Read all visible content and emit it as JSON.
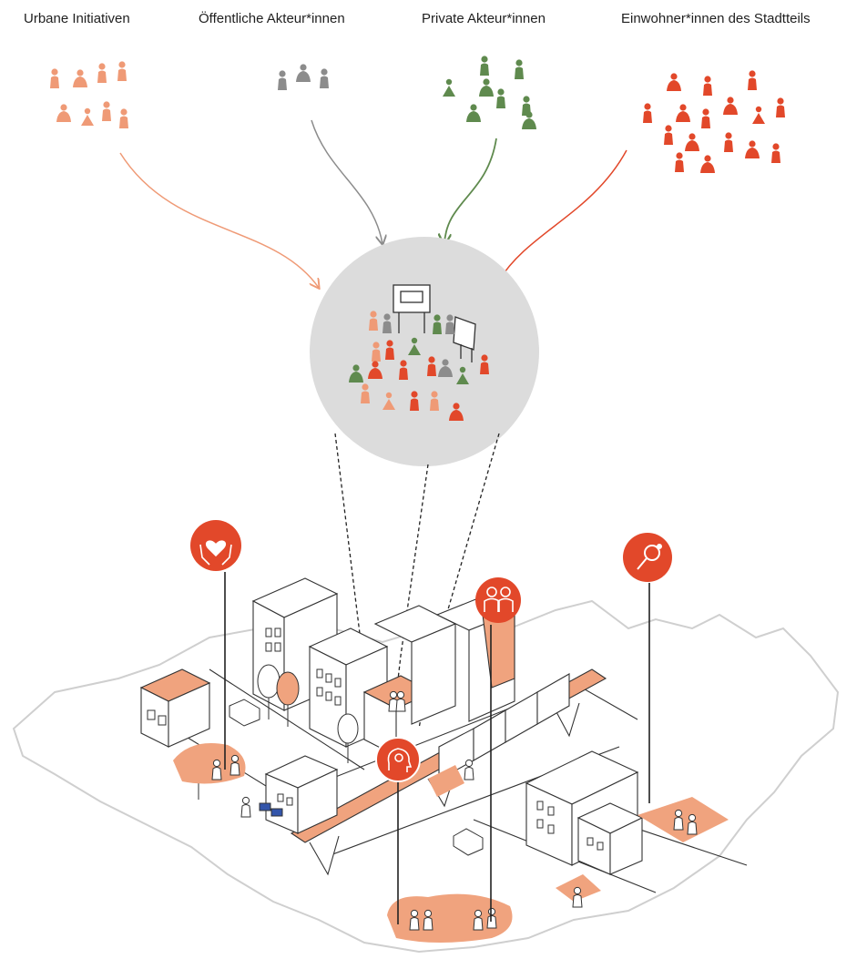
{
  "groups": [
    {
      "label": "Urbane Initiativen",
      "color": "#ef9a76"
    },
    {
      "label": "Öffentliche Akteur*innen",
      "color": "#8c8c8c"
    },
    {
      "label": "Private Akteur*innen",
      "color": "#5f8a4e"
    },
    {
      "label": "Einwohner*innen des Stadtteils",
      "color": "#e2482a"
    }
  ],
  "colors": {
    "accent": "#e2482a",
    "accent_light": "#f0a37e",
    "circle_fill": "#dcdcdc",
    "map_outline": "#cccccc",
    "line": "#1f1f1f"
  },
  "pins": [
    {
      "icon": "heart-hands-icon"
    },
    {
      "icon": "lightbulb-head-icon"
    },
    {
      "icon": "people-pair-icon"
    },
    {
      "icon": "magnifier-icon"
    }
  ]
}
